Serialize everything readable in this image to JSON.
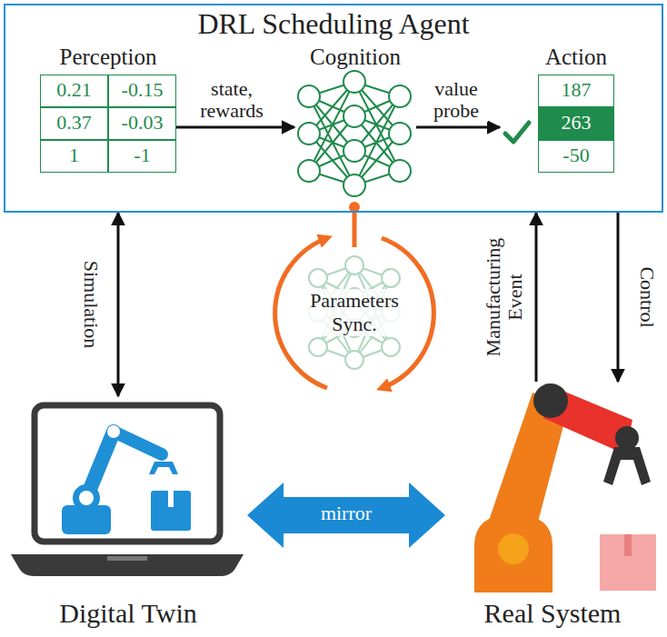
{
  "diagram": {
    "nodes": [
      {
        "text": [
          "DRL Scheduling Agent"
        ]
      },
      {
        "text": [
          "Perception"
        ],
        "in": 0
      },
      {
        "text": [
          "Cognition"
        ],
        "in": 0
      },
      {
        "text": [
          "Action"
        ],
        "in": 0
      },
      {
        "text": [
          "Digital Twin"
        ]
      },
      {
        "text": [
          "Real System"
        ]
      },
      {
        "text": [
          "Parameters Sync."
        ]
      }
    ],
    "edges": [
      {
        "from": 1,
        "to": 2,
        "label": "state, rewards",
        "arrow": "to"
      },
      {
        "from": 2,
        "to": 3,
        "label": "value probe",
        "arrow": "to"
      },
      {
        "from": 4,
        "to": 0,
        "label": "Simulation",
        "arrow": "both"
      },
      {
        "from": 5,
        "to": 0,
        "label": "Manufacturing Event",
        "arrow": "to"
      },
      {
        "from": 0,
        "to": 5,
        "label": "Control",
        "arrow": "to"
      },
      {
        "from": 4,
        "to": 5,
        "label": "mirror",
        "arrow": "both"
      },
      {
        "from": 6,
        "to": 2,
        "arrow": "none"
      }
    ],
    "labels": [
      "0.21",
      "-0.15",
      "0.37",
      "-0.03",
      "1",
      "-1",
      "187",
      "263",
      "-50"
    ]
  }
}
